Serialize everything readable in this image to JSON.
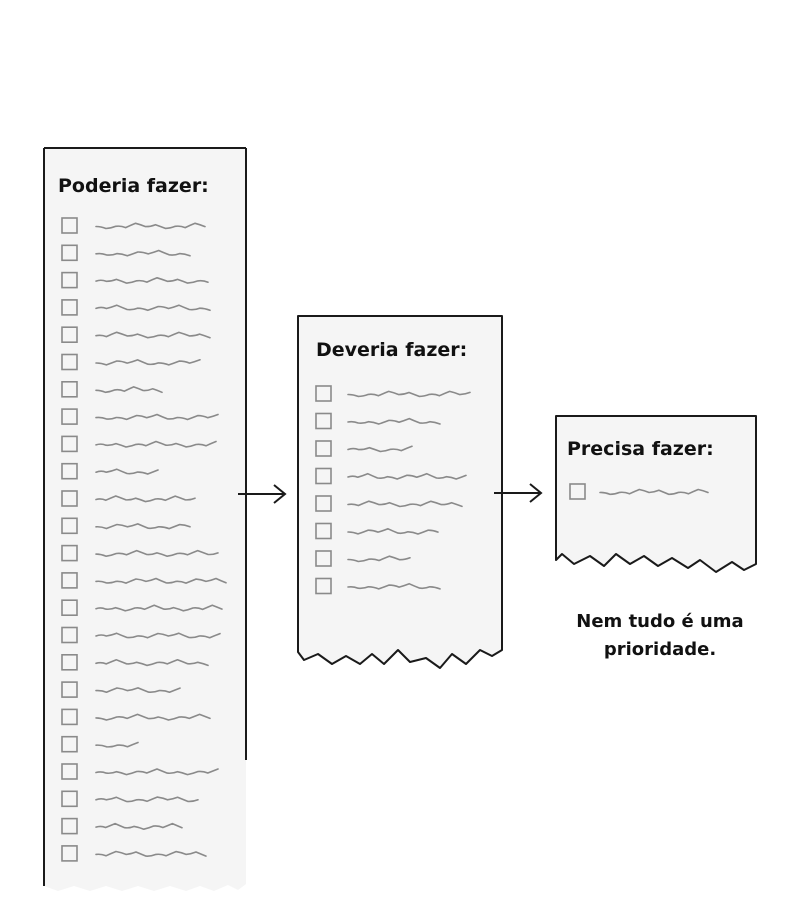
{
  "lists": [
    {
      "id": "poderia",
      "title": "Poderia fazer:",
      "item_count": 24
    },
    {
      "id": "deveria",
      "title": "Deveria fazer:",
      "item_count": 8
    },
    {
      "id": "precisa",
      "title": "Precisa fazer:",
      "item_count": 1
    }
  ],
  "caption": {
    "line1": "Nem tudo é uma",
    "line2": "prioridade."
  },
  "colors": {
    "paper": "#f5f5f5",
    "outline": "#1a1a1a",
    "checkbox": "#8a8a8a",
    "scribble": "#8a8a8a",
    "arrow": "#1a1a1a"
  },
  "icons": {
    "connector": "arrow-right-icon",
    "item": "checkbox-icon"
  }
}
